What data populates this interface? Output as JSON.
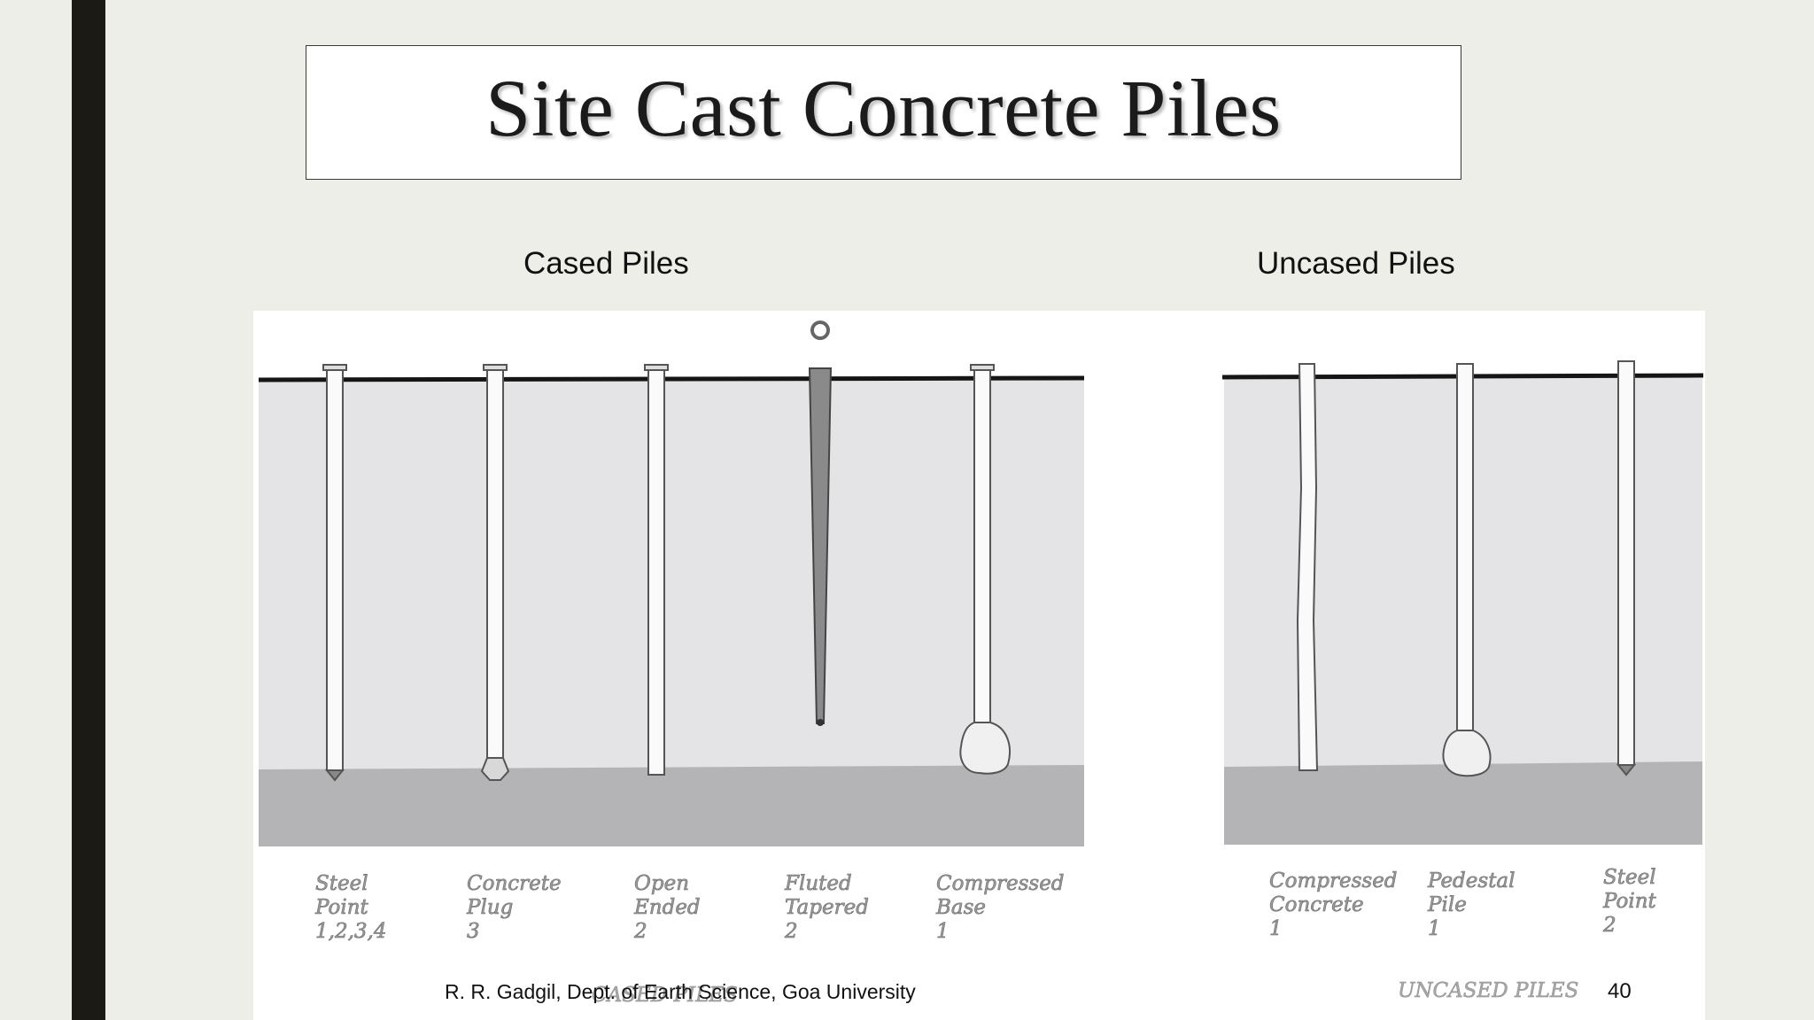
{
  "slide": {
    "title": "Site Cast Concrete Piles",
    "headings": {
      "cased": "Cased Piles",
      "uncased": "Uncased Piles"
    },
    "footer": "R. R. Gadgil, Dept. of Earth Science, Goa University",
    "page_number": "40"
  },
  "figure": {
    "cased_piles": [
      {
        "lines": [
          "Steel",
          "Point",
          "1,2,3,4"
        ]
      },
      {
        "lines": [
          "Concrete",
          "Plug",
          "3"
        ]
      },
      {
        "lines": [
          "Open",
          "Ended",
          "2"
        ]
      },
      {
        "lines": [
          "Fluted",
          "Tapered",
          "2"
        ]
      },
      {
        "lines": [
          "Compressed",
          "Base",
          "1"
        ]
      }
    ],
    "uncased_piles": [
      {
        "lines": [
          "Compressed",
          "Concrete",
          "1"
        ]
      },
      {
        "lines": [
          "Pedestal",
          "Pile",
          "1"
        ]
      },
      {
        "lines": [
          "Steel",
          "Point",
          "2"
        ]
      }
    ],
    "captions": {
      "uncased": "UNCASED PILES",
      "cased": "CASED PILES"
    }
  },
  "colors": {
    "background": "#eeeee8",
    "accent_bar": "#1c1a14",
    "soil": "#e4e4e6",
    "bearing_stratum": "#b4b4b6"
  }
}
